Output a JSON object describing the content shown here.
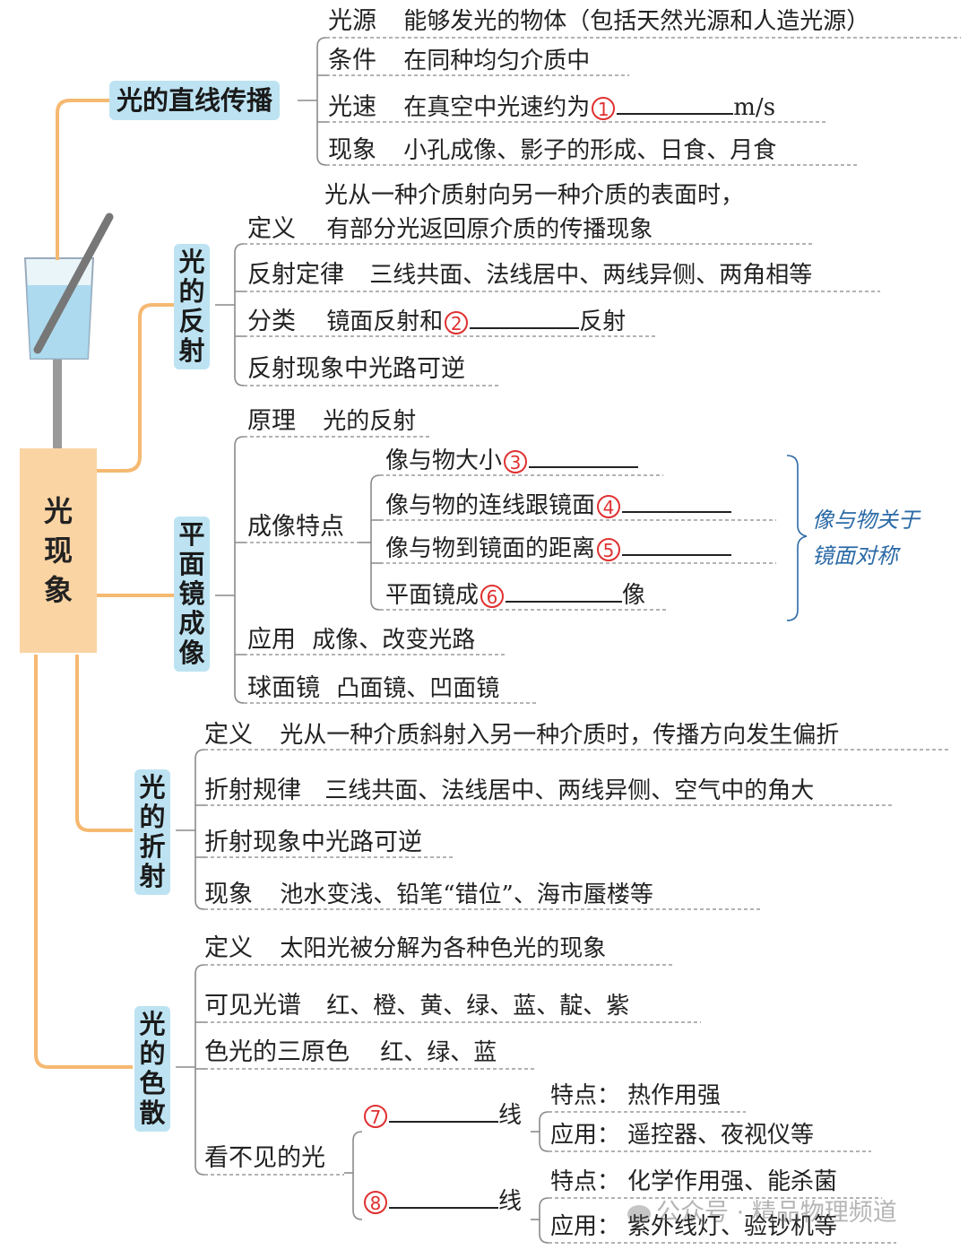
{
  "root": {
    "title": "光现象"
  },
  "branch1": {
    "label": "光的直线传播",
    "items": [
      {
        "key": "光源",
        "text": "能够发光的物体（包括天然光源和人造光源）"
      },
      {
        "key": "条件",
        "text": "在同种均匀介质中"
      },
      {
        "key": "光速",
        "text": "在真空中光速约为",
        "num": "1",
        "unit": "m/s"
      },
      {
        "key": "现象",
        "text": "小孔成像、影子的形成、日食、月食"
      }
    ]
  },
  "branch2": {
    "label": "光的反射",
    "def_key": "定义",
    "def_line1": "光从一种介质射向另一种介质的表面时，",
    "def_line2": "有部分光返回原介质的传播现象",
    "law_key": "反射定律",
    "law_text": "三线共面、法线居中、两线异侧、两角相等",
    "class_key": "分类",
    "class_text": "镜面反射和",
    "class_num": "2",
    "class_suffix": "反射",
    "rev_text": "反射现象中光路可逆"
  },
  "branch3": {
    "label": "平面镜成像",
    "principle_key": "原理",
    "principle_text": "光的反射",
    "feature_key": "成像特点",
    "features": [
      {
        "text": "像与物大小",
        "num": "3"
      },
      {
        "text": "像与物的连线跟镜面",
        "num": "4"
      },
      {
        "text": "像与物到镜面的距离",
        "num": "5"
      },
      {
        "text": "平面镜成",
        "num": "6",
        "suffix": "像"
      }
    ],
    "symmetry_line1": "像与物关于",
    "symmetry_line2": "镜面对称",
    "app_key": "应用",
    "app_text": "成像、改变光路",
    "sphere_key": "球面镜",
    "sphere_text": "凸面镜、凹面镜"
  },
  "branch4": {
    "label": "光的折射",
    "def_key": "定义",
    "def_text": "光从一种介质斜射入另一种介质时，传播方向发生偏折",
    "law_key": "折射规律",
    "law_text": "三线共面、法线居中、两线异侧、空气中的角大",
    "rev_text": "折射现象中光路可逆",
    "ph_key": "现象",
    "ph_text": "池水变浅、铅笔“错位”、海市蜃楼等"
  },
  "branch5": {
    "label": "光的色散",
    "def_key": "定义",
    "def_text": "太阳光被分解为各种色光的现象",
    "spec_key": "可见光谱",
    "spec_text": "红、橙、黄、绿、蓝、靛、紫",
    "prim_key": "色光的三原色",
    "prim_text": "红、绿、蓝",
    "invis_key": "看不见的光",
    "ir": {
      "num": "7",
      "suffix": "线",
      "feat_key": "特点：",
      "feat_text": "热作用强",
      "app_key": "应用：",
      "app_text": "遥控器、夜视仪等"
    },
    "uv": {
      "num": "8",
      "suffix": "线",
      "feat_key": "特点：",
      "feat_text": "化学作用强、能杀菌",
      "app_key": "应用：",
      "app_text": "紫外线灯、验钞机等"
    }
  },
  "watermark": "公众号 · 精品物理频道",
  "colors": {
    "trunk": "#f5b971",
    "category_bg": "#bde3f2",
    "root_bg": "#fbd4a4",
    "blank_num": "#e03030",
    "symmetry": "#2b6aa6"
  }
}
